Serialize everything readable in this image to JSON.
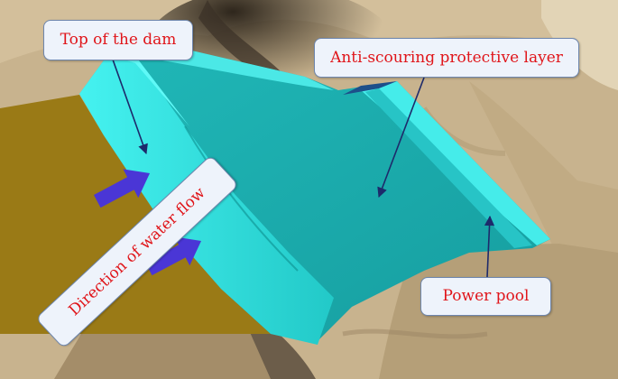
{
  "labels": {
    "top_of_dam": "Top of the dam",
    "protective_layer": "Anti-scouring protective layer",
    "power_pool": "Power pool",
    "water_flow": "Direction of water flow"
  },
  "colors": {
    "terrain": "#c8b38e",
    "terrain_shadow": "#6f5d45",
    "water": "#9a7a16",
    "layer_face": "#1fb3b3",
    "layer_edge": "#3ff0ee",
    "flow_arrow": "#4a36d6",
    "leader_line": "#1d2a6b",
    "label_text": "#e0151a",
    "label_box": "#eef3fb"
  },
  "icons": [
    "flow-arrow-icon",
    "leader-arrow-icon"
  ]
}
